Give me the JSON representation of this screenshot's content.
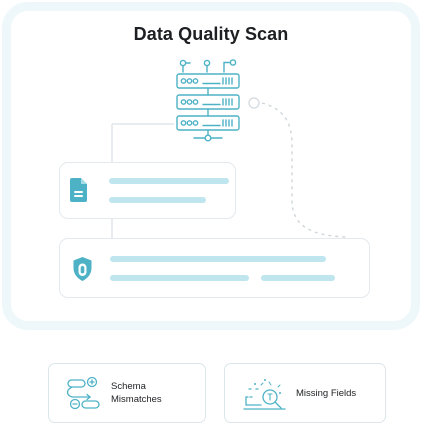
{
  "title": "Data Quality Scan",
  "cards": [
    {
      "label": "Schema\nMismatches",
      "icon": "schema-mismatch-icon"
    },
    {
      "label": "Missing Fields",
      "icon": "missing-fields-search-icon"
    }
  ],
  "colors": {
    "accent": "#4eb2c6",
    "bar": "#bfe6ee",
    "frame": "#eef8fa",
    "border": "#e3e9ed",
    "text": "#1d1f22"
  }
}
